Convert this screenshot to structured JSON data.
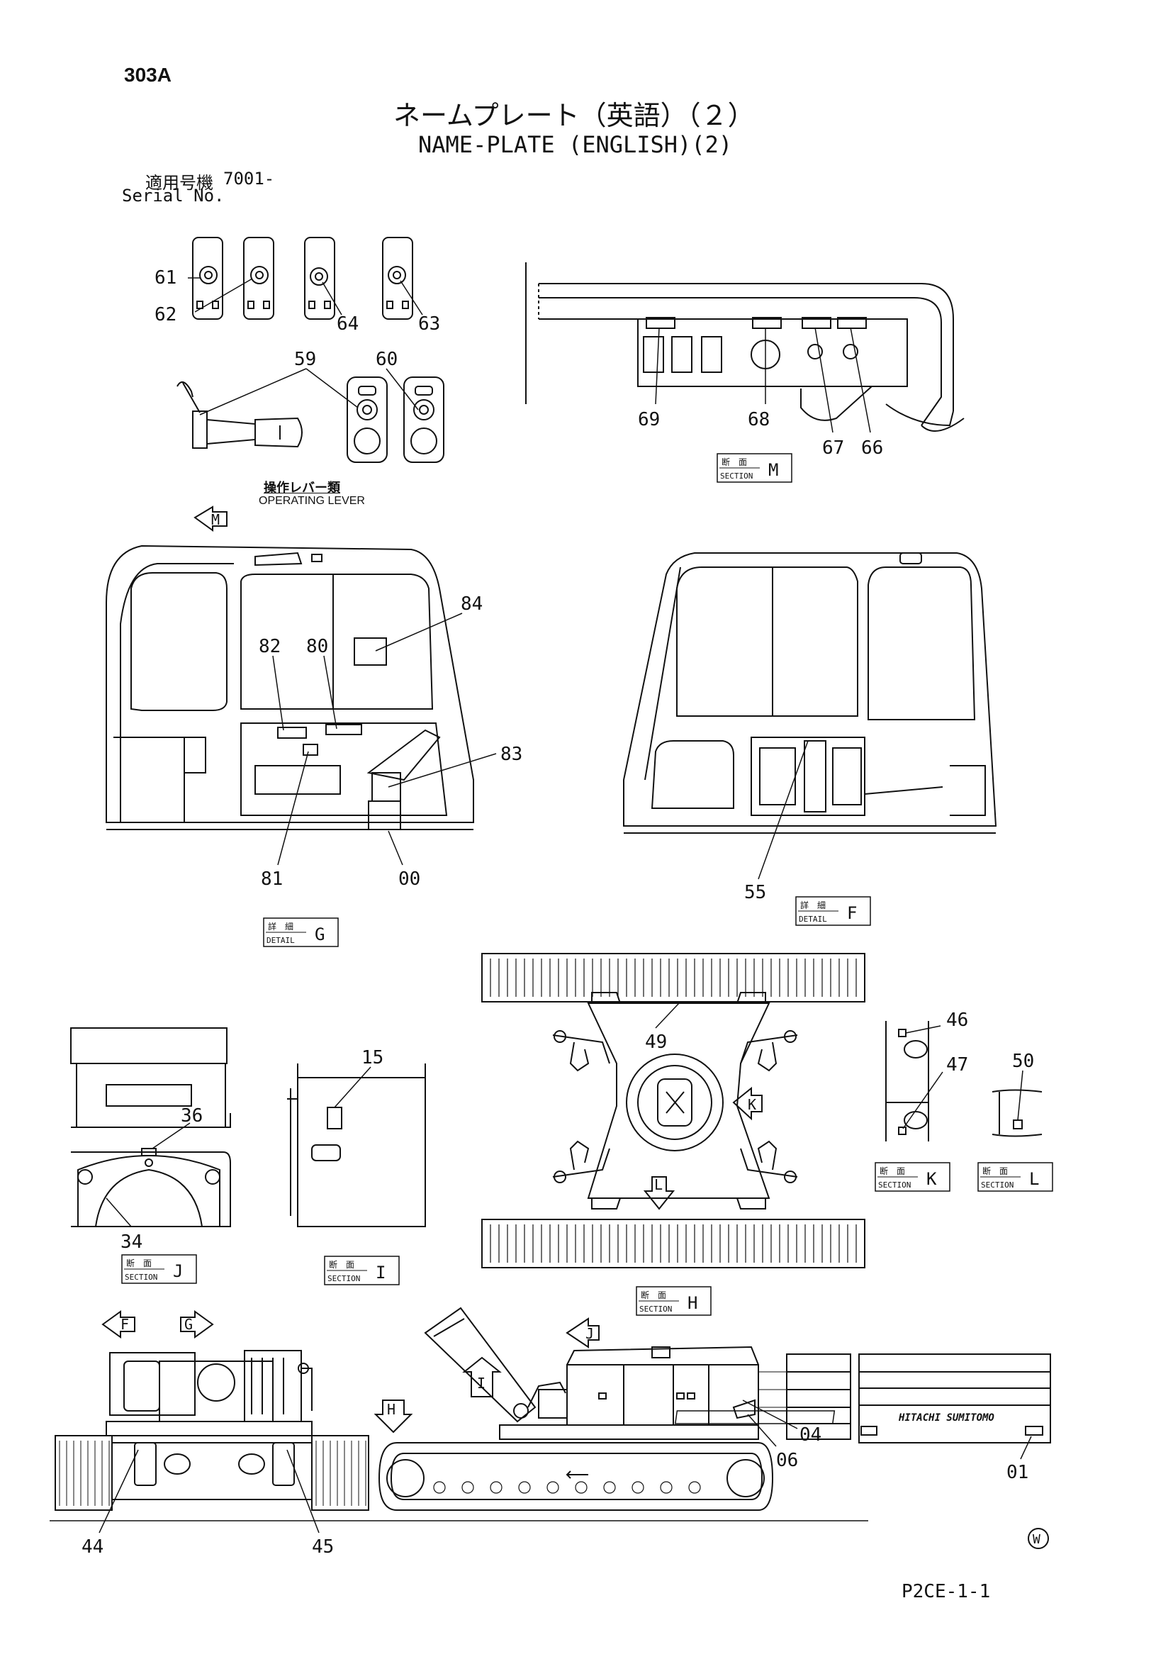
{
  "header": {
    "page_code": "303A",
    "title_jp": "ネームプレート（英語）（２）",
    "title_en": "NAME-PLATE (ENGLISH)(2)",
    "serial_label_jp": "適用号機",
    "serial_value": "7001-",
    "serial_label_en": "Serial No."
  },
  "operating_lever_label": {
    "jp": "操作レバー類",
    "en": "OPERATING LEVER"
  },
  "section_labels": [
    {
      "jp": "断　面",
      "en": "SECTION",
      "letter": "M"
    },
    {
      "jp": "詳　細",
      "en": "DETAIL",
      "letter": "G"
    },
    {
      "jp": "詳　細",
      "en": "DETAIL",
      "letter": "F"
    },
    {
      "jp": "断　面",
      "en": "SECTION",
      "letter": "J"
    },
    {
      "jp": "断　面",
      "en": "SECTION",
      "letter": "I"
    },
    {
      "jp": "断　面",
      "en": "SECTION",
      "letter": "H"
    },
    {
      "jp": "断　面",
      "en": "SECTION",
      "letter": "K"
    },
    {
      "jp": "断　面",
      "en": "SECTION",
      "letter": "L"
    }
  ],
  "view_arrows": [
    "M",
    "K",
    "L",
    "F",
    "G",
    "J",
    "I",
    "H"
  ],
  "part_numbers": [
    "61",
    "62",
    "64",
    "63",
    "59",
    "60",
    "69",
    "68",
    "67",
    "66",
    "84",
    "82",
    "80",
    "83",
    "81",
    "00",
    "55",
    "49",
    "46",
    "47",
    "50",
    "15",
    "36",
    "34",
    "04",
    "06",
    "01",
    "44",
    "45"
  ],
  "logo_text": "HITACHI SUMITOMO",
  "footer": {
    "sheet_code": "P2CE-1-1",
    "mark": "W"
  }
}
